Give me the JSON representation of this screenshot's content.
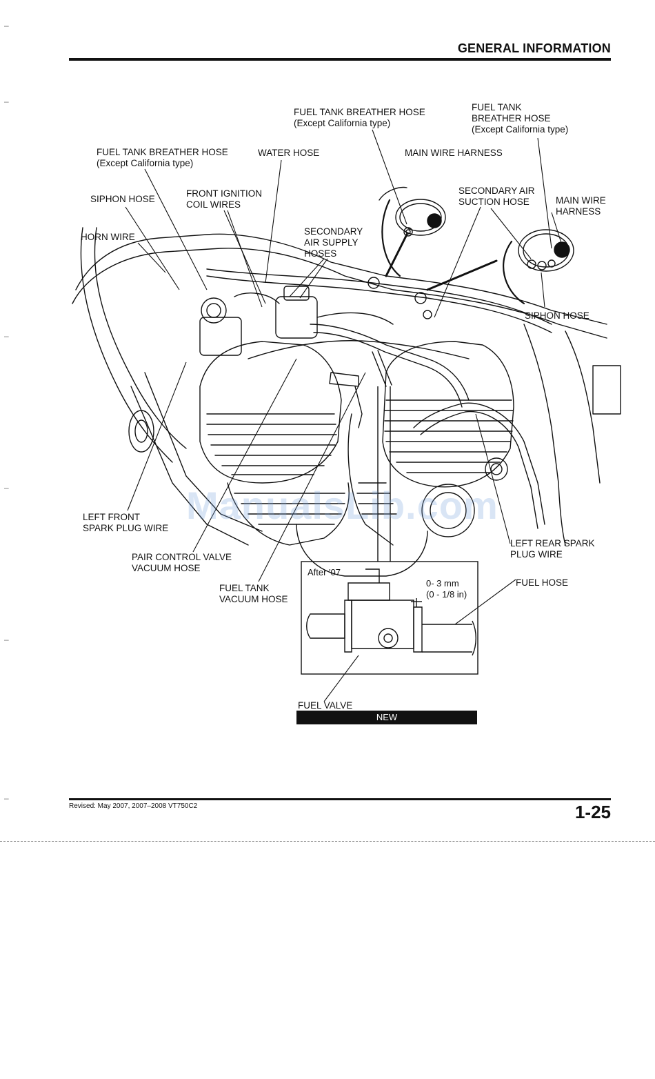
{
  "header": {
    "title": "GENERAL INFORMATION"
  },
  "labels": {
    "fuel_tank_breather_left_1": "FUEL TANK BREATHER HOSE",
    "fuel_tank_breather_left_2": "(Except California type)",
    "water_hose": "WATER HOSE",
    "fuel_tank_breather_top_1": "FUEL TANK BREATHER HOSE",
    "fuel_tank_breather_top_2": "(Except California type)",
    "fuel_tank_breather_right_1": "FUEL TANK",
    "fuel_tank_breather_right_2": "BREATHER HOSE",
    "fuel_tank_breather_right_3": "(Except California type)",
    "main_wire_harness_top": "MAIN WIRE HARNESS",
    "siphon_hose_left": "SIPHON HOSE",
    "front_ignition_1": "FRONT IGNITION",
    "front_ignition_2": "COIL WIRES",
    "secondary_air_suction_1": "SECONDARY AIR",
    "secondary_air_suction_2": "SUCTION HOSE",
    "main_wire_harness_right_1": "MAIN WIRE",
    "main_wire_harness_right_2": "HARNESS",
    "horn_wire": "HORN WIRE",
    "secondary_air_supply_1": "SECONDARY",
    "secondary_air_supply_2": "AIR SUPPLY",
    "secondary_air_supply_3": "HOSES",
    "siphon_hose_right": "SIPHON HOSE",
    "left_front_spark_1": "LEFT FRONT",
    "left_front_spark_2": "SPARK PLUG WIRE",
    "pair_control_1": "PAIR CONTROL VALVE",
    "pair_control_2": "VACUUM HOSE",
    "fuel_tank_vacuum_1": "FUEL TANK",
    "fuel_tank_vacuum_2": "VACUUM HOSE",
    "left_rear_spark_1": "LEFT REAR SPARK",
    "left_rear_spark_2": "PLUG WIRE",
    "fuel_hose": "FUEL HOSE",
    "inset_after": "After '07",
    "inset_dim_1": "0- 3 mm",
    "inset_dim_2": "(0 - 1/8 in)",
    "fuel_valve": "FUEL VALVE",
    "new_badge": "NEW"
  },
  "watermark": "ManualsLib.com",
  "footer": {
    "revised": "Revised: May 2007, 2007–2008 VT750C2",
    "page_number": "1-25"
  }
}
